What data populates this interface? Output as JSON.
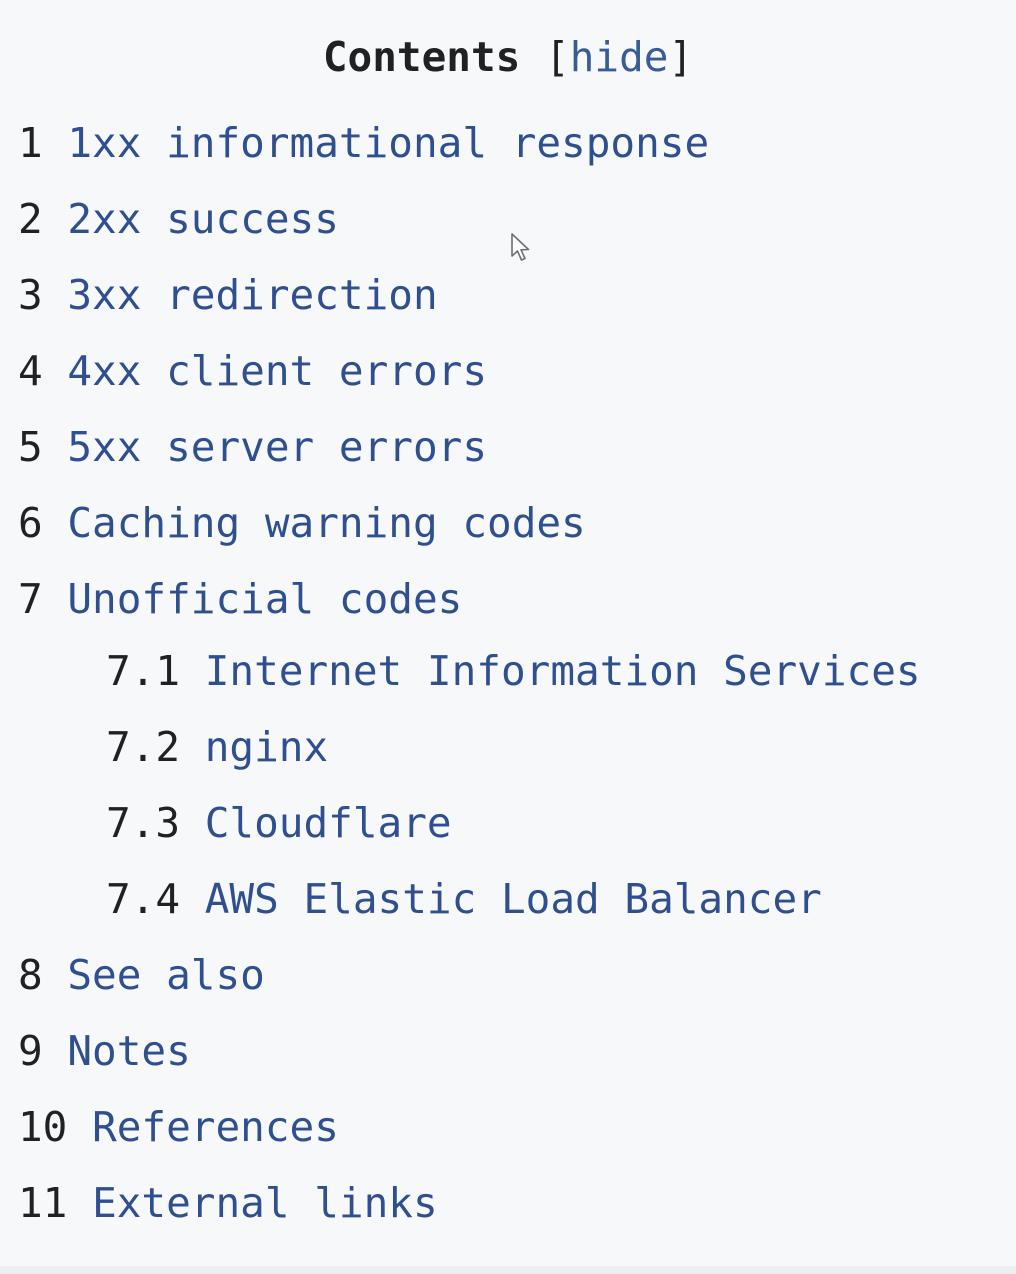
{
  "toc": {
    "title": "Contents",
    "toggle_open": "[",
    "toggle_label": "hide",
    "toggle_close": "]",
    "items": [
      {
        "number": "1",
        "label": "1xx informational response"
      },
      {
        "number": "2",
        "label": "2xx success"
      },
      {
        "number": "3",
        "label": "3xx redirection"
      },
      {
        "number": "4",
        "label": "4xx client errors"
      },
      {
        "number": "5",
        "label": "5xx server errors"
      },
      {
        "number": "6",
        "label": "Caching warning codes"
      },
      {
        "number": "7",
        "label": "Unofficial codes"
      },
      {
        "number": "7.1",
        "label": "Internet Information Services"
      },
      {
        "number": "7.2",
        "label": "nginx"
      },
      {
        "number": "7.3",
        "label": "Cloudflare"
      },
      {
        "number": "7.4",
        "label": "AWS Elastic Load Balancer"
      },
      {
        "number": "8",
        "label": "See also"
      },
      {
        "number": "9",
        "label": "Notes"
      },
      {
        "number": "10",
        "label": "References"
      },
      {
        "number": "11",
        "label": "External links"
      }
    ]
  },
  "colors": {
    "background": "#f7f8fa",
    "link": "#2f4f8f",
    "text": "#202122"
  },
  "icons": {
    "cursor": "mouse-pointer-icon"
  }
}
